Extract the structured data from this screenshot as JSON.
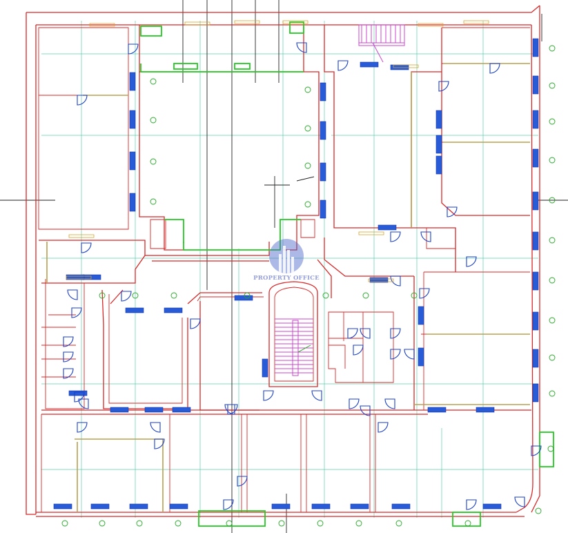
{
  "watermark": {
    "text": "PROPERTY OFFICE"
  },
  "colors": {
    "walls": "#d92626",
    "grid_lines": "#3ec9a0",
    "windows": "#2a5bd6",
    "doors": "#1a3fc8",
    "stairs": "#cc44cc",
    "balcony_green": "#22cc22",
    "partitions": "#b8a050",
    "dimension_labels": "#d8a22a"
  },
  "icons": [
    "logo-mark",
    "window-symbol",
    "door-swing-symbol",
    "staircase-symbol",
    "grid-axis-marker"
  ]
}
